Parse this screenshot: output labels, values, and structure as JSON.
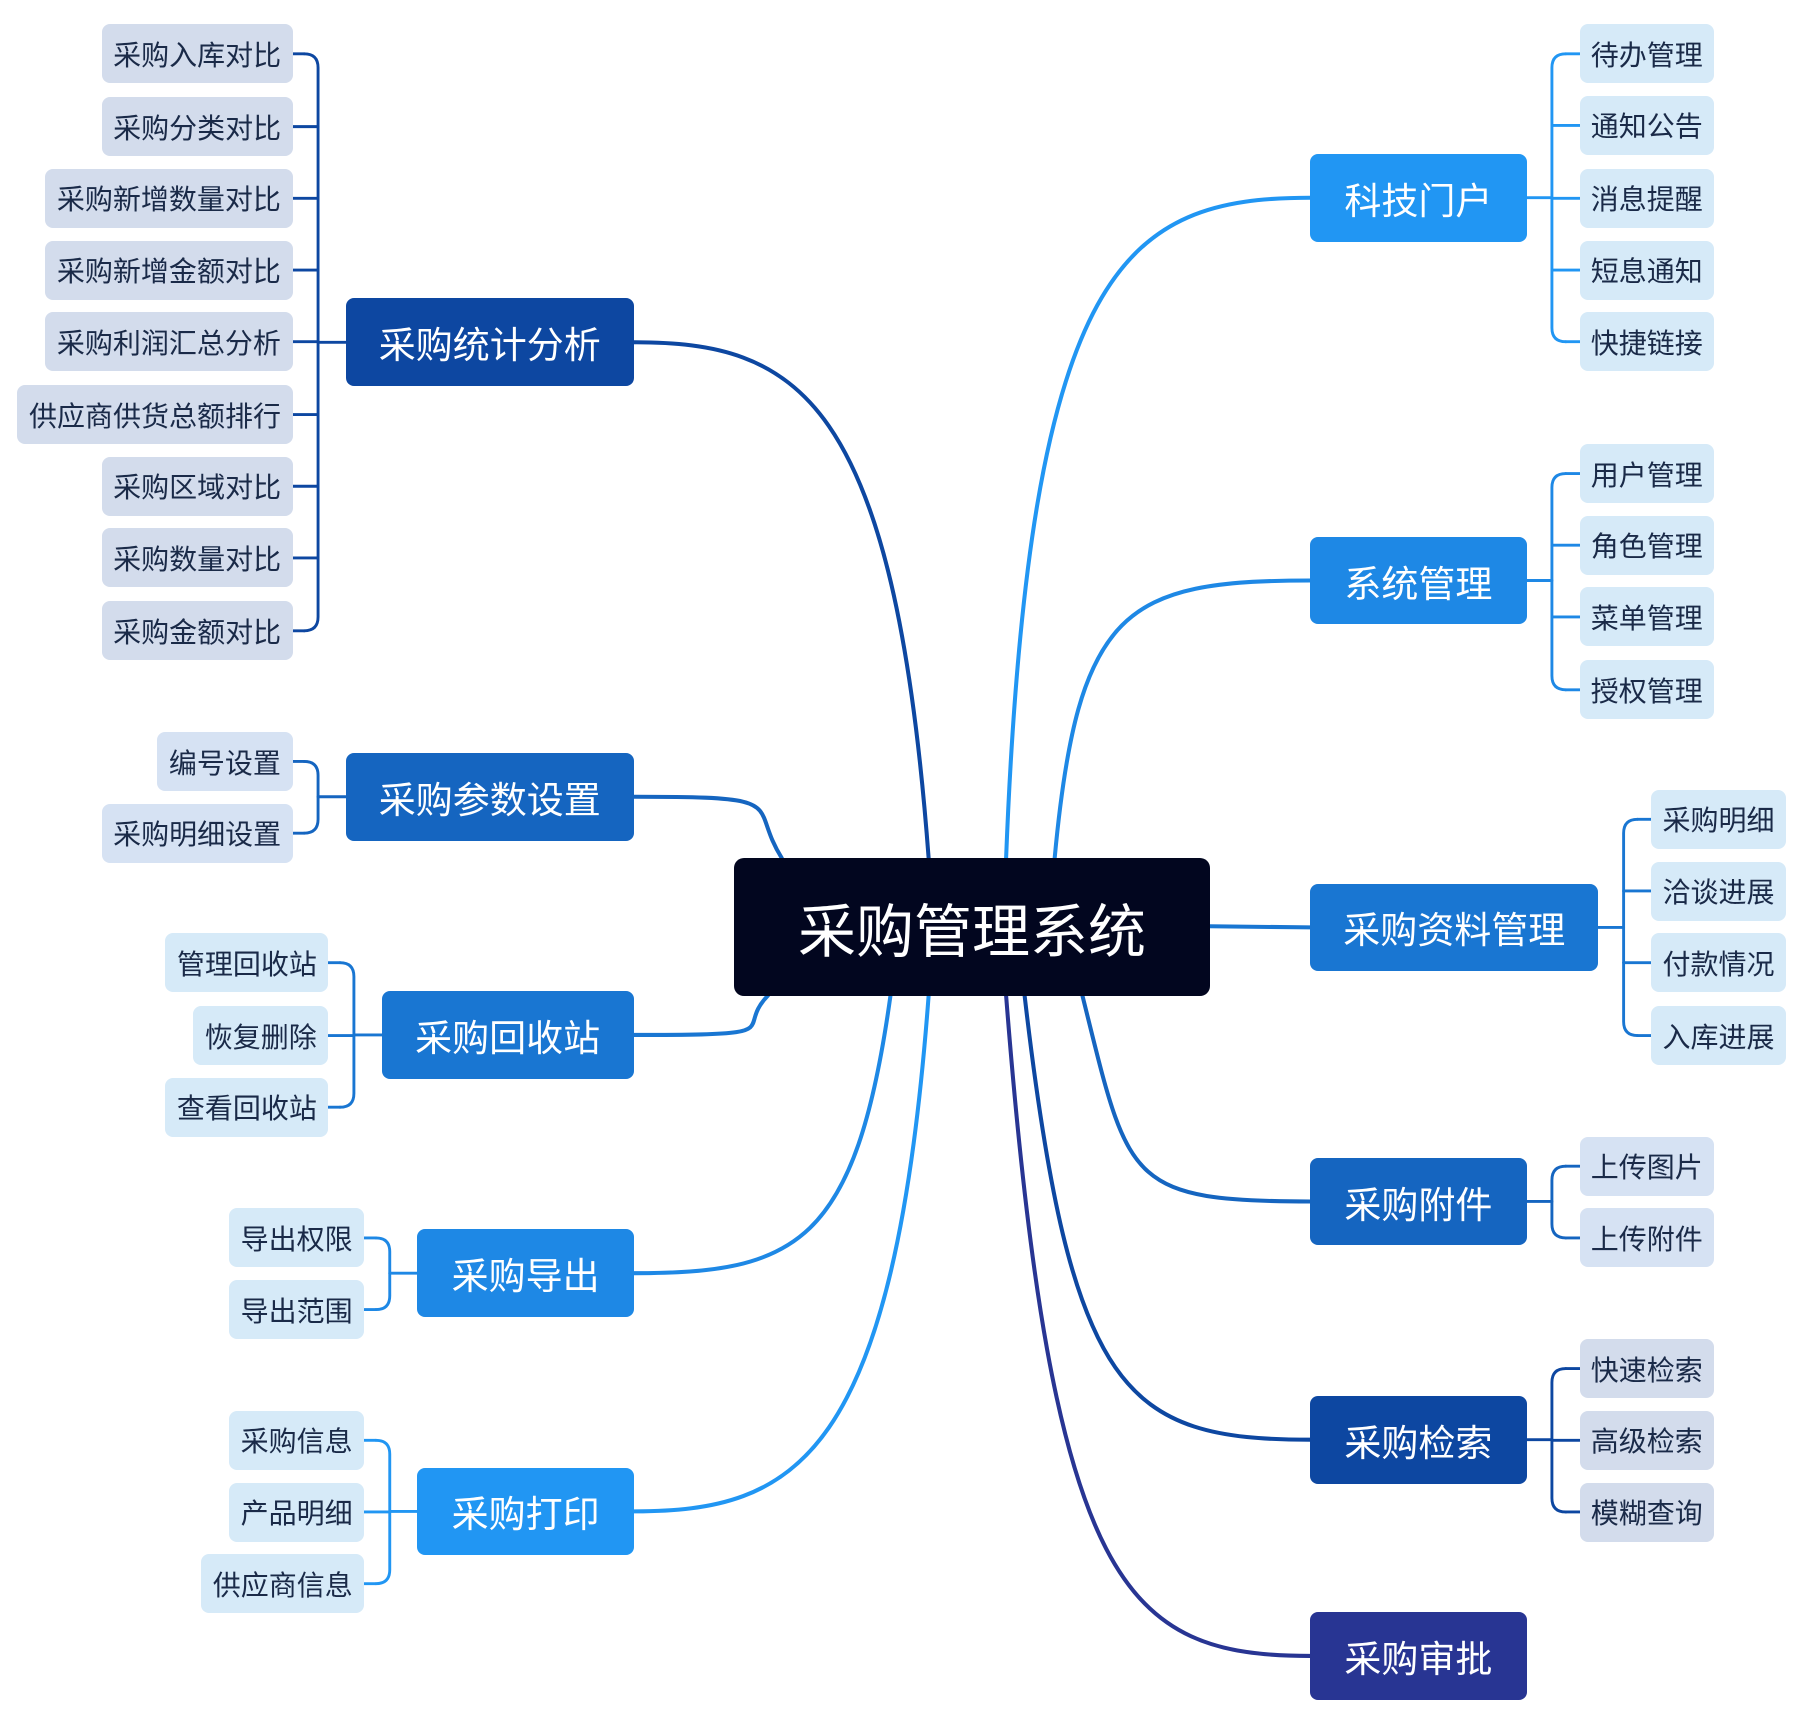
{
  "root": {
    "label": "采购管理系统",
    "color": "#02061f"
  },
  "branches": [
    {
      "id": "keji",
      "label": "科技门户",
      "color": "#2196f3",
      "leaf_color": "#d6eaf8",
      "children": [
        "待办管理",
        "通知公告",
        "消息提醒",
        "短息通知",
        "快捷链接"
      ]
    },
    {
      "id": "xitong",
      "label": "系统管理",
      "color": "#1e88e5",
      "leaf_color": "#d6eaf8",
      "children": [
        "用户管理",
        "角色管理",
        "菜单管理",
        "授权管理"
      ]
    },
    {
      "id": "ziliao",
      "label": "采购资料管理",
      "color": "#1976d2",
      "leaf_color": "#d6eaf8",
      "children": [
        "采购明细",
        "洽谈进展",
        "付款情况",
        "入库进展"
      ]
    },
    {
      "id": "fujian",
      "label": "采购附件",
      "color": "#1565c0",
      "leaf_color": "#d6e2f3",
      "children": [
        "上传图片",
        "上传附件"
      ]
    },
    {
      "id": "jiansuo",
      "label": "采购检索",
      "color": "#0d47a1",
      "leaf_color": "#d3dcec",
      "children": [
        "快速检索",
        "高级检索",
        "模糊查询"
      ]
    },
    {
      "id": "shenpi",
      "label": "采购审批",
      "color": "#283593",
      "leaf_color": "#d4d8ec",
      "children": []
    },
    {
      "id": "tongji",
      "label": "采购统计分析",
      "color": "#0d47a1",
      "leaf_color": "#d3dcec",
      "children": [
        "采购入库对比",
        "采购分类对比",
        "采购新增数量对比",
        "采购新增金额对比",
        "采购利润汇总分析",
        "供应商供货总额排行",
        "采购区域对比",
        "采购数量对比",
        "采购金额对比"
      ]
    },
    {
      "id": "canshu",
      "label": "采购参数设置",
      "color": "#1565c0",
      "leaf_color": "#d6e2f3",
      "children": [
        "编号设置",
        "采购明细设置"
      ]
    },
    {
      "id": "huishou",
      "label": "采购回收站",
      "color": "#1976d2",
      "leaf_color": "#d6eaf8",
      "children": [
        "管理回收站",
        "恢复删除",
        "查看回收站"
      ]
    },
    {
      "id": "daochu",
      "label": "采购导出",
      "color": "#1e88e5",
      "leaf_color": "#d6eaf8",
      "children": [
        "导出权限",
        "导出范围"
      ]
    },
    {
      "id": "dayin",
      "label": "采购打印",
      "color": "#2196f3",
      "leaf_color": "#d6eaf8",
      "children": [
        "采购信息",
        "产品明细",
        "供应商信息"
      ]
    }
  ]
}
